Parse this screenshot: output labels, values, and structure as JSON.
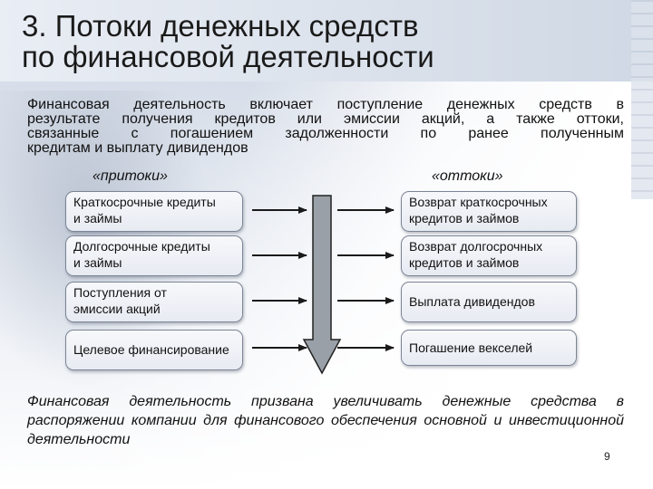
{
  "slide": {
    "title_line1": "3. Потоки денежных средств",
    "title_line2": "по финансовой деятельности",
    "intro_lines": [
      "Финансовая деятельность включает поступление денежных средств в",
      "результате получения кредитов или эмиссии акций, а также оттоки,",
      "связанные с погашением задолженности по ранее полученным",
      "кредитам и выплату дивидендов"
    ],
    "inflows_label": "«притоки»",
    "outflows_label": "«оттоки»",
    "inflows": [
      {
        "line1": "Краткосрочные кредиты",
        "line2": " и займы"
      },
      {
        "line1": "Долгосрочные кредиты",
        "line2": " и займы"
      },
      {
        "line1": "Поступления от",
        "line2": "эмиссии акций"
      },
      {
        "line1": "Целевое финансирование",
        "line2": ""
      }
    ],
    "outflows": [
      {
        "line1": "Возврат краткосрочных",
        "line2": "кредитов и займов"
      },
      {
        "line1": "Возврат долгосрочных",
        "line2": "кредитов и займов"
      },
      {
        "line1": "Выплата дивидендов",
        "line2": ""
      },
      {
        "line1": "Погашение векселей",
        "line2": ""
      }
    ],
    "conclusion": "Финансовая деятельность призвана увеличивать денежные средства в распоряжении компании для финансового обеспечения основной и инвестиционной деятельности",
    "page_number": "9"
  },
  "colors": {
    "box_border": "#7c8595",
    "arrow_fill": "#9aa0a8",
    "arrow_stroke": "#222222"
  },
  "icons": {
    "flow_arrow": "right-arrow-icon",
    "central_arrow": "down-arrow-icon"
  }
}
